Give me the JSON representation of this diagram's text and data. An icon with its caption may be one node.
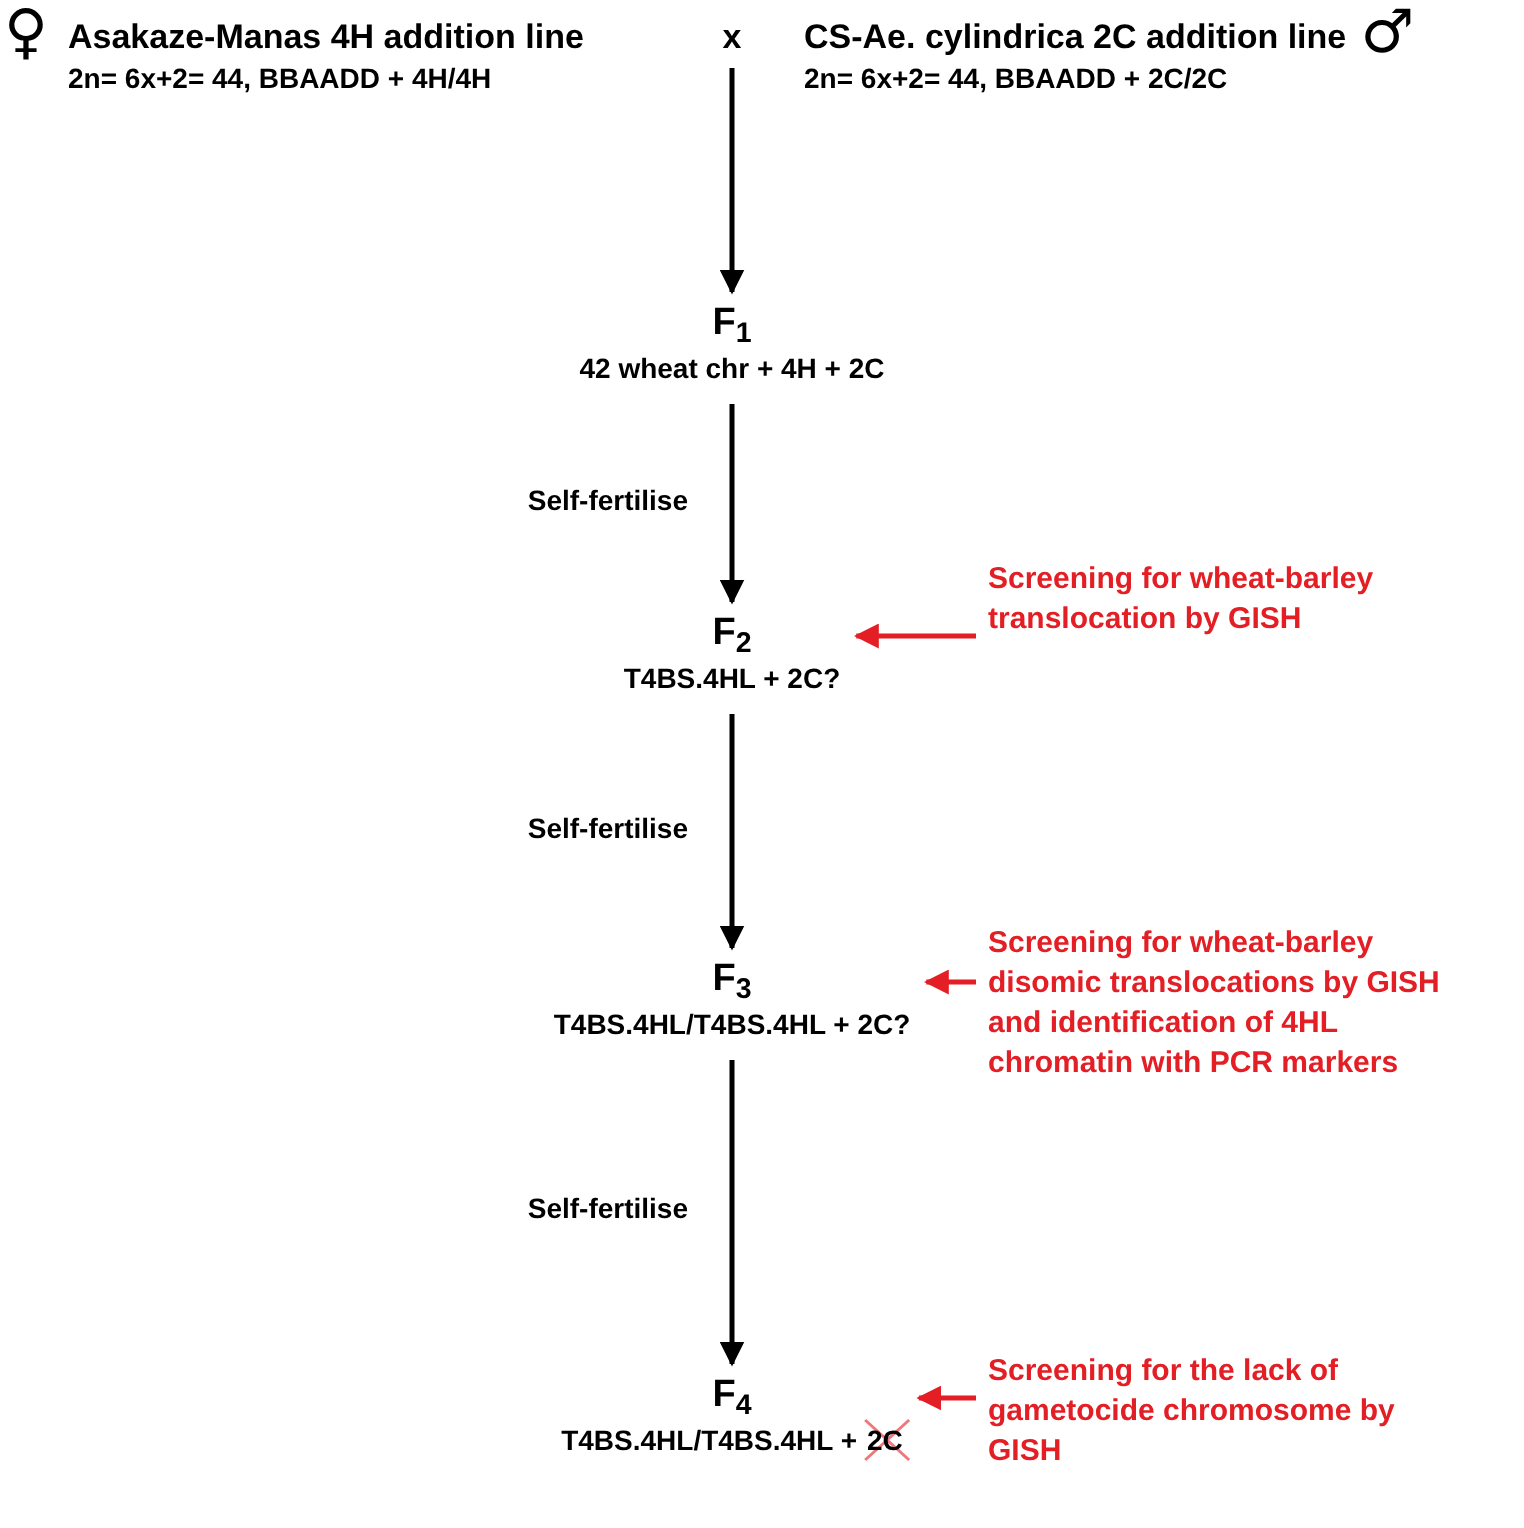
{
  "diagram": {
    "nodes": [
      {
        "text": [
          "Asakaze-Manas 4H addition line",
          "2n= 6x+2= 44, BBAADD + 4H/4H"
        ],
        "beside": [
          "♀"
        ]
      },
      {
        "text": [
          "CS-Ae. cylindrica 2C addition line",
          "2n= 6x+2= 44, BBAADD + 2C/2C"
        ],
        "beside": [
          "♂"
        ]
      },
      {
        "text": [
          "x"
        ]
      },
      {
        "text": [
          "F$_{1}$",
          "42 wheat chr + 4H + 2C"
        ]
      },
      {
        "text": [
          "F$_{2}$",
          "T4BS.4HL + 2C?"
        ]
      },
      {
        "text": [
          "F$_{3}$",
          "T4BS.4HL/T4BS.4HL + 2C?"
        ]
      },
      {
        "text": [
          "F$_{4}$",
          "T4BS.4HL/T4BS.4HL +",
          "2C"
        ]
      },
      {
        "text": [
          "Screening for wheat-barley translocation by GISH"
        ]
      },
      {
        "text": [
          "Screening for wheat-barley disomic translocations by GISH and identification of 4HL chromatin with PCR markers"
        ]
      },
      {
        "text": [
          "Screening for the lack of gametocide chromosome by GISH"
        ]
      }
    ],
    "edges": [
      {
        "from": 2,
        "to": 3,
        "arrow": "to"
      },
      {
        "from": 3,
        "to": 4,
        "arrow": "to",
        "label": "Self-fertilise"
      },
      {
        "from": 4,
        "to": 5,
        "arrow": "to",
        "label": "Self-fertilise"
      },
      {
        "from": 5,
        "to": 6,
        "arrow": "to",
        "label": "Self-fertilise"
      },
      {
        "from": 7,
        "to": 4,
        "arrow": "to",
        "color": "#e31e24"
      },
      {
        "from": 8,
        "to": 5,
        "arrow": "to",
        "color": "#e31e24"
      },
      {
        "from": 9,
        "to": 6,
        "arrow": "to",
        "color": "#e31e24"
      }
    ]
  }
}
